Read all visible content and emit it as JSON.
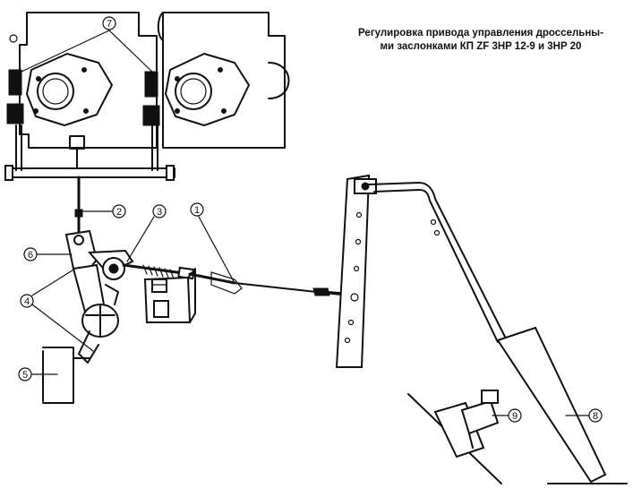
{
  "caption": {
    "line1": "Регулировка привода управления дроссельны-",
    "line2": "ми заслонками КП ZF 3HP 12-9 и 3HP 20"
  },
  "callouts": {
    "c1": "1",
    "c2": "2",
    "c3": "3",
    "c4": "4",
    "c5": "5",
    "c6": "6",
    "c7": "7",
    "c8": "8",
    "c9": "9"
  }
}
